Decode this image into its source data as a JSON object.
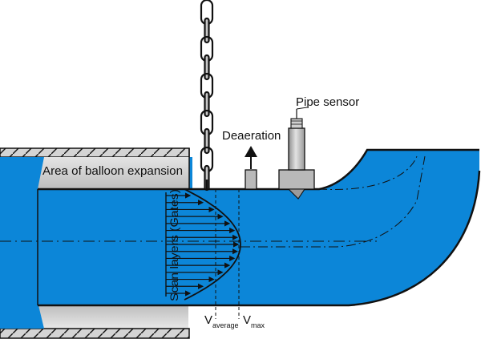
{
  "labels": {
    "pipe_sensor": "Pipe sensor",
    "deaeration": "Deaeration",
    "balloon_expansion": "Area of balloon expansion",
    "scan_layers": "Scan layers (Gates)",
    "v_average_main": "V",
    "v_average_sub": "average",
    "v_max_main": "V",
    "v_max_sub": "max"
  },
  "colors": {
    "water": "#0c86d8",
    "outline": "#111111",
    "concrete": "#d4d4d4",
    "sensor": "#b9b9b9",
    "chain": "#c8c8c8"
  },
  "scan_layers": {
    "count": 15,
    "profile": "parabolic"
  }
}
